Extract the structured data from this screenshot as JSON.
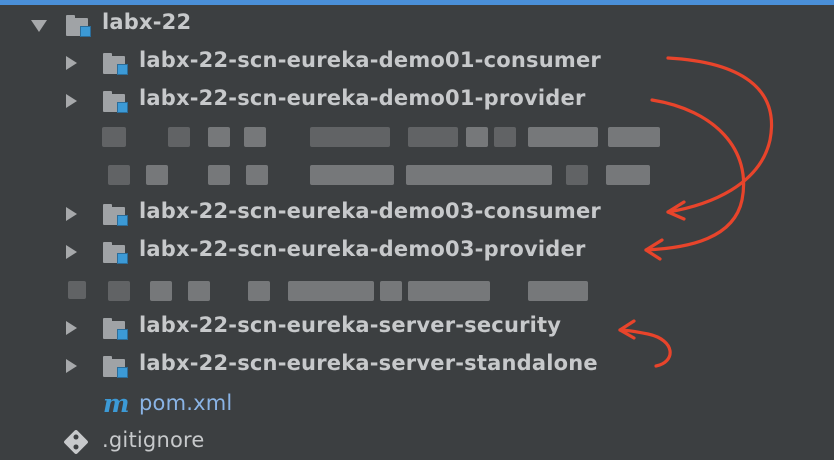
{
  "root": {
    "label": "labx-22",
    "icon": "folder-module-icon"
  },
  "modules": [
    {
      "label": "labx-22-scn-eureka-demo01-consumer"
    },
    {
      "label": "labx-22-scn-eureka-demo01-provider"
    },
    {
      "label": "labx-22-scn-eureka-demo03-consumer"
    },
    {
      "label": "labx-22-scn-eureka-demo03-provider"
    },
    {
      "label": "labx-22-scn-eureka-server-security"
    },
    {
      "label": "labx-22-scn-eureka-server-standalone"
    }
  ],
  "files": [
    {
      "label": "pom.xml",
      "icon": "maven-icon",
      "glyph": "m"
    },
    {
      "label": ".gitignore",
      "icon": "git-icon"
    }
  ],
  "colors": {
    "background": "#3c3f41",
    "text": "#c7c9cb",
    "module_badge": "#3c9ad6",
    "annotation": "#e8442b"
  }
}
